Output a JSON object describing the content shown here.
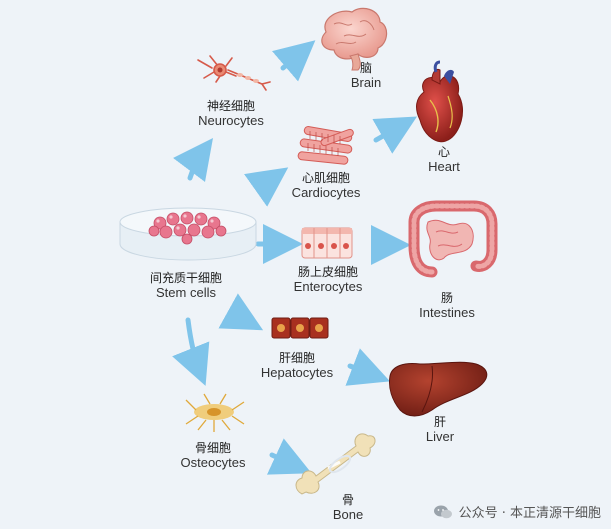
{
  "nodes": {
    "stem": {
      "cn": "间充质干细胞",
      "en": "Stem cells"
    },
    "neurocytes": {
      "cn": "神经细胞",
      "en": "Neurocytes"
    },
    "cardiocytes": {
      "cn": "心肌细胞",
      "en": "Cardiocytes"
    },
    "enterocytes": {
      "cn": "肠上皮细胞",
      "en": "Enterocytes"
    },
    "hepatocytes": {
      "cn": "肝细胞",
      "en": "Hepatocytes"
    },
    "osteocytes": {
      "cn": "骨细胞",
      "en": "Osteocytes"
    },
    "brain": {
      "cn": "脑",
      "en": "Brain"
    },
    "heart": {
      "cn": "心",
      "en": "Heart"
    },
    "intestines": {
      "cn": "肠",
      "en": "Intestines"
    },
    "liver": {
      "cn": "肝",
      "en": "Liver"
    },
    "bone": {
      "cn": "骨",
      "en": "Bone"
    }
  },
  "watermark": {
    "text": "公众号 · 本正清源干细胞"
  },
  "colors": {
    "arrow": "#7fc4ea",
    "organ_red": "#b5322b",
    "liver": "#8c2a1e",
    "bone": "#f1e1b8",
    "dish_cell": "#e8768e"
  }
}
